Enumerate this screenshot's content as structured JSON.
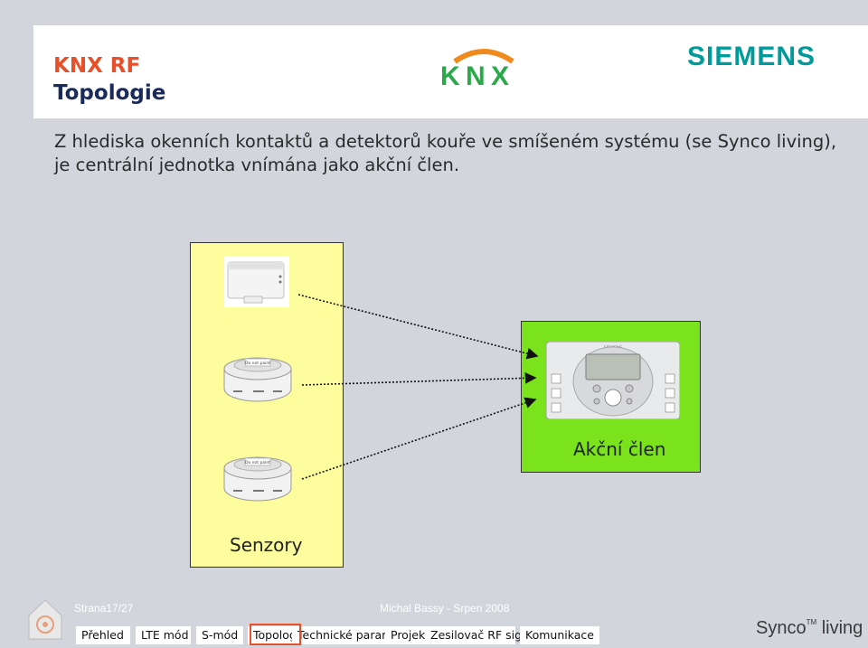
{
  "header": {
    "title_line1": "KNX RF",
    "title_line2": "Topologie",
    "knx_logo": "KNX",
    "siemens_logo": "SIEMENS"
  },
  "body": {
    "text": "Z hlediska okenních kontaktů a detektorů kouře ve smíšeném systému (se Synco living), je centrální jednotka vnímána jako akční člen."
  },
  "diagram": {
    "sensors_label": "Senzory",
    "actor_label": "Akční člen",
    "smoke_sticker": "Do not paint",
    "central_brand": "SIEMENS"
  },
  "footer": {
    "page_info": "Strana17/27",
    "author": "Michal Bassy - Srpen 2008",
    "brand": "Synco",
    "brand_tm": "TM",
    "brand_suffix": "living",
    "nav": [
      {
        "label": "Přehled"
      },
      {
        "label": "LTE mód"
      },
      {
        "label": "S-mód"
      },
      {
        "label": "Topologie"
      },
      {
        "label": "Technické parametry"
      },
      {
        "label": "Projektování"
      },
      {
        "label": "Zesilovač RF signálu"
      },
      {
        "label": "Komunikace"
      }
    ],
    "active_nav": "Topologie"
  },
  "colors": {
    "accent_orange": "#e8502a",
    "siemens_teal": "#009a9b",
    "sensor_bg": "#fdfd9e",
    "actor_bg": "#7be31b",
    "page_bg": "#d2d5db"
  }
}
